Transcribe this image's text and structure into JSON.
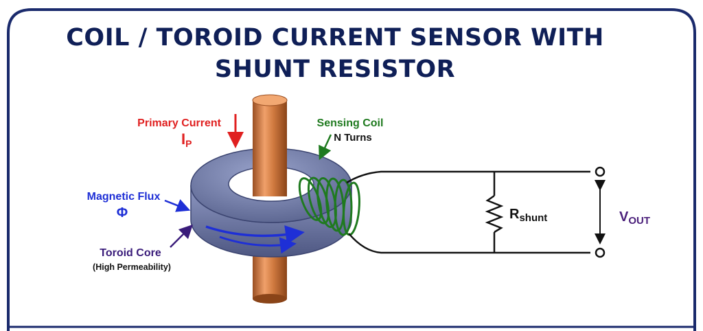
{
  "title": {
    "line1": "COIL / TOROID CURRENT SENSOR WITH",
    "line2": "SHUNT RESISTOR"
  },
  "labels": {
    "primary_current": "Primary Current",
    "primary_symbol": "I",
    "primary_symbol_sub": "P",
    "sensing_coil": "Sensing Coil",
    "coil_turns": "N Turns",
    "magnetic_flux": "Magnetic Flux",
    "flux_symbol": "Φ",
    "toroid_core": "Toroid Core",
    "core_note": "(High Permeability)",
    "r_main": "R",
    "r_sub": "shunt",
    "v_main": "V",
    "v_sub": "OUT"
  },
  "colors": {
    "frame": "#1a2a6c",
    "title": "#0f1f57",
    "primary": "#e02020",
    "coil": "#1f7a1f",
    "flux": "#1e2fd6",
    "core_label": "#3a1c7a",
    "vout": "#4a1f7a",
    "wire": "#111111",
    "conductor": "#c8733a",
    "core": "#6f7ba8"
  }
}
